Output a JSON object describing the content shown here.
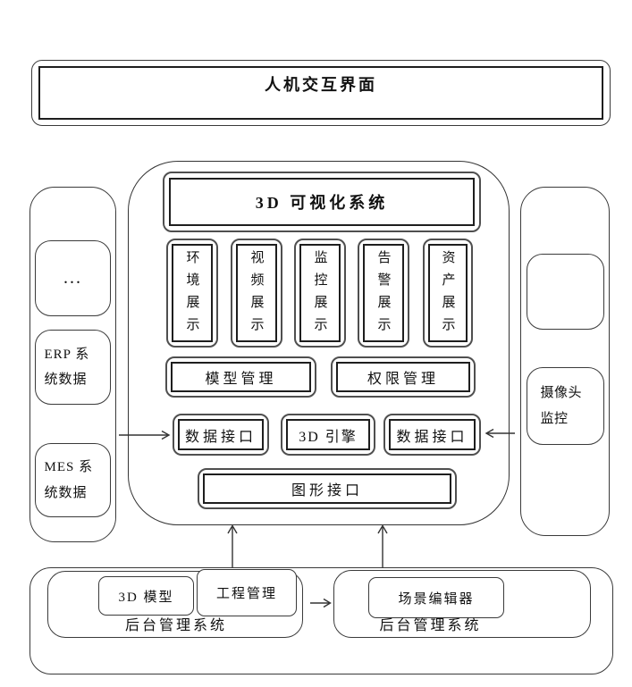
{
  "top": {
    "title": "人机交互界面"
  },
  "viz": {
    "title": "3D 可视化系统",
    "panels": [
      "环境展示",
      "视频展示",
      "监控展示",
      "告警展示",
      "资产展示"
    ],
    "management": [
      "模型管理",
      "权限管理"
    ],
    "interface_row": [
      "数据接口",
      "3D 引擎",
      "数据接口"
    ],
    "graphics_interface": "图形接口"
  },
  "data_sources": {
    "items": [
      "...",
      "ERP 系统数据",
      "MES 系统数据"
    ]
  },
  "camera": {
    "label": "摄像头监控"
  },
  "backend": {
    "left": {
      "label": "后台管理系统",
      "items": [
        "3D 模型",
        "工程管理"
      ]
    },
    "right": {
      "label": "后台管理系统",
      "items": [
        "场景编辑器"
      ]
    }
  }
}
